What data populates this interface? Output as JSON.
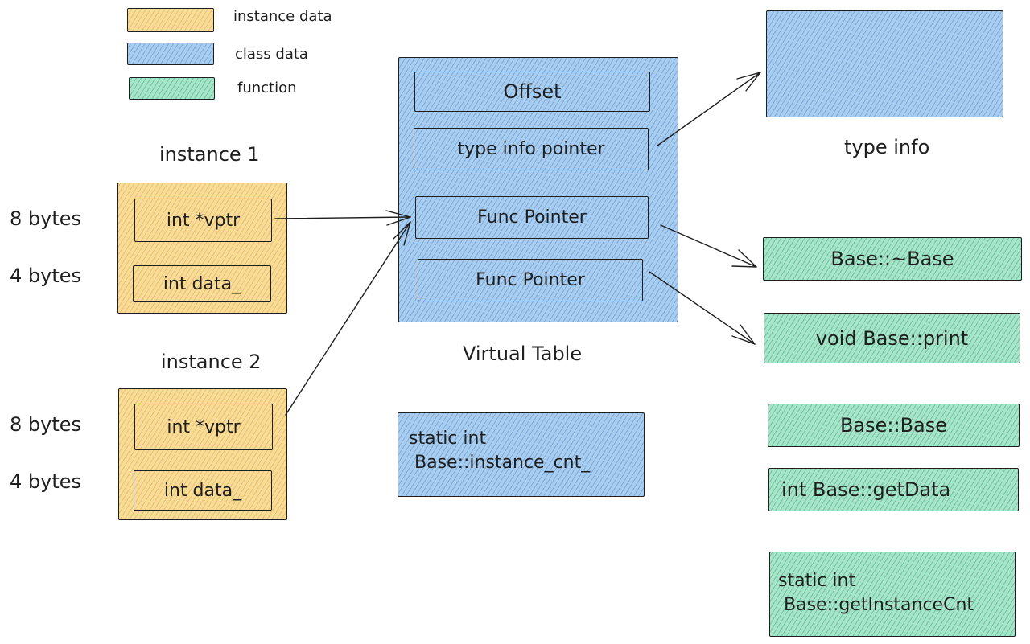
{
  "legend": [
    {
      "label": "instance data",
      "kind": "instance"
    },
    {
      "label": "class data",
      "kind": "class"
    },
    {
      "label": "function",
      "kind": "function"
    }
  ],
  "instance1": {
    "title": "instance 1",
    "fields": [
      {
        "size": "8 bytes",
        "label": "int *vptr"
      },
      {
        "size": "4 bytes",
        "label": "int data_"
      }
    ]
  },
  "instance2": {
    "title": "instance 2",
    "fields": [
      {
        "size": "8 bytes",
        "label": "int *vptr"
      },
      {
        "size": "4 bytes",
        "label": "int data_"
      }
    ]
  },
  "vtable": {
    "title": "Virtual Table",
    "entries": [
      "Offset",
      "type info pointer",
      "Func Pointer",
      "Func Pointer"
    ]
  },
  "static_member": "static int\n Base::instance_cnt_",
  "type_info": {
    "title": "type info"
  },
  "functions": [
    "Base::~Base",
    "void Base::print",
    "Base::Base",
    "int Base::getData",
    "static int\n Base::getInstanceCnt"
  ],
  "colors": {
    "instance": "#f7dc9a",
    "class": "#a8cdef",
    "function": "#a7e4c9",
    "stroke": "#1e1e1e"
  }
}
